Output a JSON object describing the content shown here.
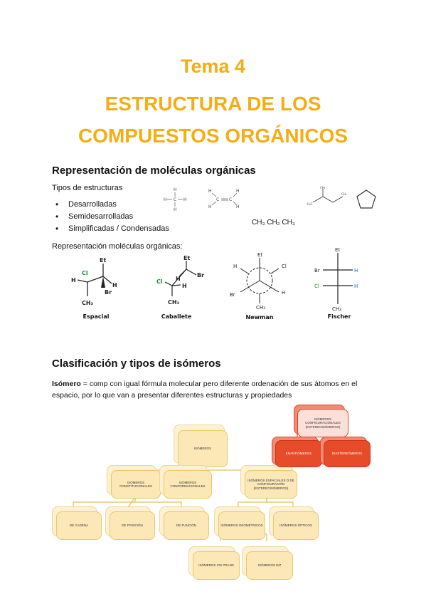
{
  "header": {
    "tema": "Tema 4",
    "title_line1": "ESTRUCTURA DE LOS",
    "title_line2": "COMPUESTOS ORGÁNICOS"
  },
  "section1": {
    "heading": "Representación de moléculas orgánicas",
    "types_label": "Tipos de estructuras",
    "types": [
      "Desarrolladas",
      "Semidesarrolladas",
      "Simplificadas / Condensadas"
    ],
    "condensed_formula": "CH₃ CH₂ CH₃",
    "repr_label": "Representación moléculas orgánicas:",
    "projections": [
      "Espacial",
      "Caballete",
      "Newman",
      "Fischer"
    ]
  },
  "section2": {
    "heading": "Clasificación y tipos de isómeros",
    "def_bold": "Isómero",
    "def_text": " = comp con igual fórmula molecular pero diferente ordenación de sus átomos en el espacio, por lo que van a presentar diferentes estructuras y propiedades"
  },
  "diagram": {
    "root": "ISÓMEROS",
    "constitucionales": "ISÓMEROS CONSTITUCIONALES",
    "conformacionales": "ISÓMEROS CONFORMACIONALES",
    "estereo": "ISÓMEROS ESPACIALES O DE CONFIGURACIÓN (ESTEREOISÓMEROS)",
    "cadena": "DE CADENA",
    "posicion": "DE POSICIÓN",
    "funcion": "DE FUNCIÓN",
    "geometricos": "ISÓMEROS GEOMÉTRICOS",
    "opticos": "ISÓMEROS ÓPTICOS",
    "cis_trans": "ISÓMEROS CIS-TRANS",
    "e_z": "ISÓMEROS E/Z",
    "config_red": "ISÓMEROS CONFIGURACIONALES (ESTEREOISÓMEROS)",
    "enantiomeros": "ENANTIÓMEROS",
    "diastereomeros": "DIASTEREÓMEROS"
  },
  "colors": {
    "title": "#f5ad14",
    "node_yellow": "#fbe8b6",
    "node_red": "#e74c2a"
  }
}
